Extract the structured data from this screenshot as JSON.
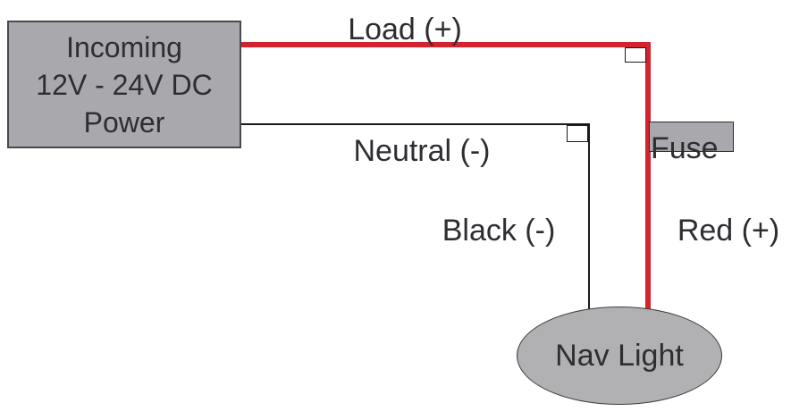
{
  "diagram": {
    "title_implied": "Nav light wiring diagram",
    "power_box": {
      "line1": "Incoming",
      "line2": "12V - 24V DC",
      "line3": "Power"
    },
    "fuse_box": {
      "label": "Fuse"
    },
    "nav_light": {
      "label": "Nav Light"
    },
    "wire_labels": {
      "load": "Load (+)",
      "neutral": "Neutral (-)",
      "black": "Black (-)",
      "red": "Red (+)"
    }
  },
  "colors": {
    "positive_wire": "#d2232e",
    "negative_wire": "#1a1a1a",
    "component_fill": "#a9a9ad",
    "ellipse_fill": "#b1b1b3",
    "text": "#2e2e32"
  }
}
